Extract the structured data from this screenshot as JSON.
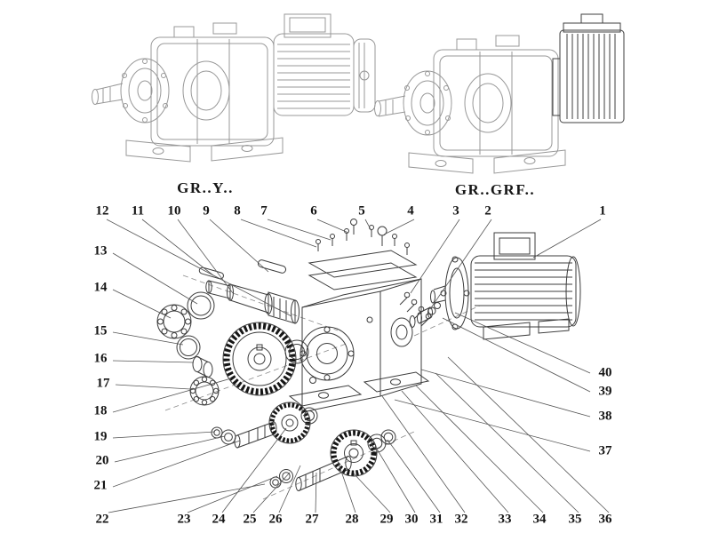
{
  "variants": {
    "left_label": "GR..Y..",
    "right_label": "GR..GRF.."
  },
  "callouts": {
    "top": [
      "12",
      "11",
      "10",
      "9",
      "8",
      "7",
      "6",
      "5",
      "4",
      "3",
      "2",
      "1"
    ],
    "left": [
      "13",
      "14",
      "15",
      "16",
      "17",
      "18",
      "19",
      "20",
      "21"
    ],
    "bottom": [
      "22",
      "23",
      "24",
      "25",
      "26",
      "27",
      "28",
      "29",
      "30",
      "31",
      "32",
      "33",
      "34",
      "35",
      "36"
    ],
    "right": [
      "40",
      "39",
      "38",
      "37"
    ]
  },
  "colors": {
    "background": "#ffffff",
    "assembled_line_art": "#989898",
    "exploded_line_art": "#3c3c3c",
    "gear_teeth": "#161616",
    "text": "#141414"
  }
}
